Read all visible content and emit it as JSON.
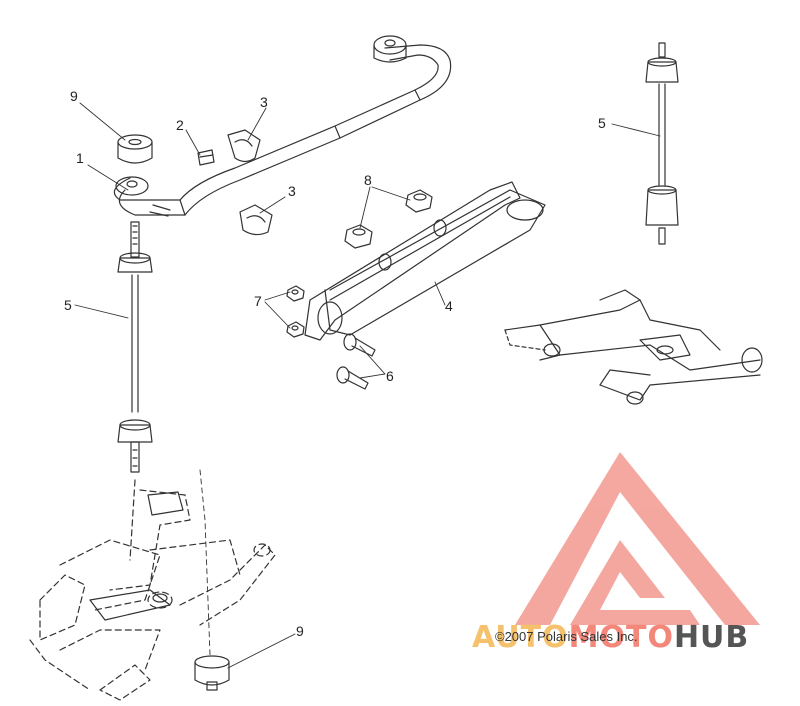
{
  "diagram": {
    "callouts": [
      {
        "id": "c9a",
        "text": "9"
      },
      {
        "id": "c2",
        "text": "2"
      },
      {
        "id": "c3a",
        "text": "3"
      },
      {
        "id": "c1",
        "text": "1"
      },
      {
        "id": "c3b",
        "text": "3"
      },
      {
        "id": "c8",
        "text": "8"
      },
      {
        "id": "c5a",
        "text": "5"
      },
      {
        "id": "c5b",
        "text": "5"
      },
      {
        "id": "c7",
        "text": "7"
      },
      {
        "id": "c4",
        "text": "4"
      },
      {
        "id": "c6",
        "text": "6"
      },
      {
        "id": "c9b",
        "text": "9"
      }
    ],
    "copyright": "©2007 Polaris Sales Inc."
  },
  "watermark": {
    "part1": "AUTO",
    "part2": "MOTO",
    "part3": "HUB",
    "colors": {
      "auto": "#f5c16c",
      "moto": "#f2877a",
      "hub": "#555555",
      "logo": "#f4a39a"
    }
  }
}
